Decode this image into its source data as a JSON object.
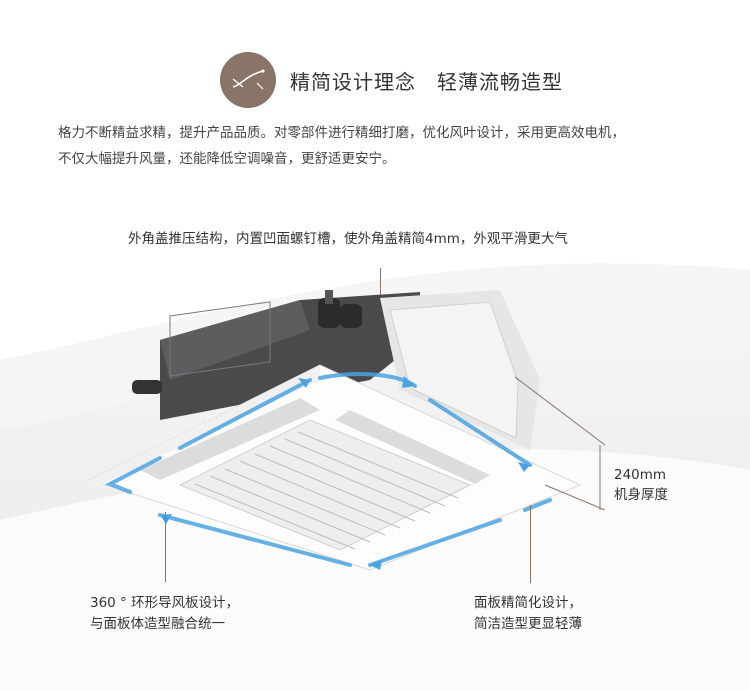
{
  "header": {
    "title": "精简设计理念　轻薄流畅造型",
    "logo_icon": "curve-icon"
  },
  "description": {
    "line1": "格力不断精益求精，提升产品品质。对零部件进行精细打磨，优化风叶设计，采用更高效电机，",
    "line2": "不仅大幅提升风量，还能降低空调噪音，更舒适更安宁。"
  },
  "callouts": {
    "corner_cover": "外角盖推压结构，内置凹面螺钉槽，使外角盖精简4mm，外观平滑更大气",
    "thickness_value": "240mm",
    "thickness_label": "机身厚度",
    "guide_line1": "360 ° 环形导风板设计，",
    "guide_line2": "与面板体造型融合统一",
    "panel_line1": "面板精简化设计，",
    "panel_line2": "简洁造型更显轻薄"
  },
  "colors": {
    "accent": "#8a7468",
    "airflow": "#4aa3e0",
    "text": "#333333"
  }
}
